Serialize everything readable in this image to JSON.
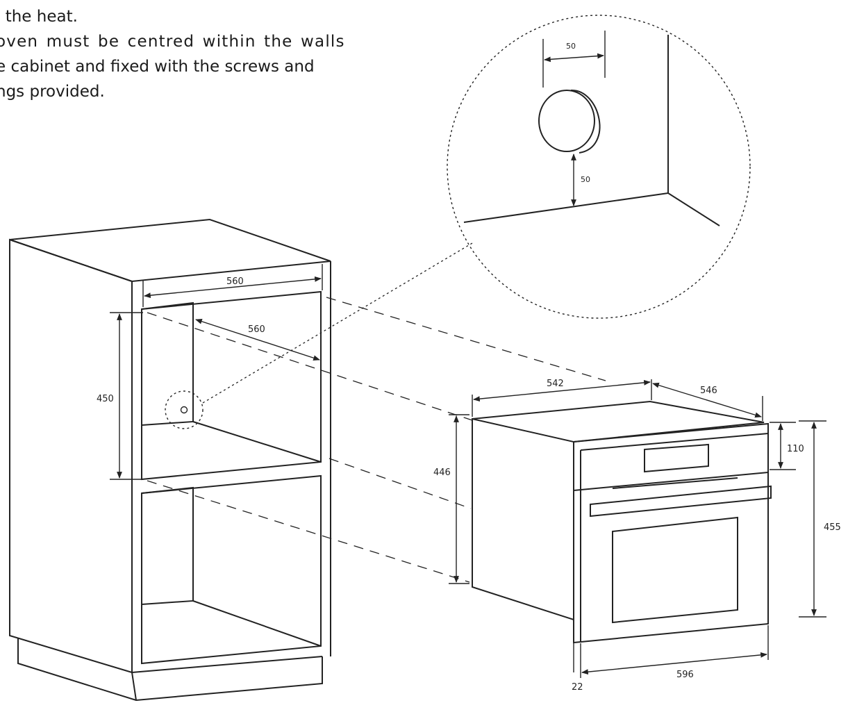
{
  "instructions": {
    "lines": [
      "l the heat.",
      "oven must be centred within the walls",
      "e cabinet and fixed with the screws and",
      "ngs provided."
    ]
  },
  "dimensions": {
    "cabinet_width": "560",
    "cabinet_depth": "560",
    "cabinet_height": "450",
    "oven_height_side": "446",
    "oven_top_width": "542",
    "oven_top_depth": "546",
    "panel_height": "110",
    "front_height": "455",
    "front_width": "596",
    "frame_depth": "22",
    "detail_horizontal": "50",
    "detail_vertical": "50"
  },
  "colors": {
    "line": "#222222",
    "text": "#1b1b1b"
  }
}
